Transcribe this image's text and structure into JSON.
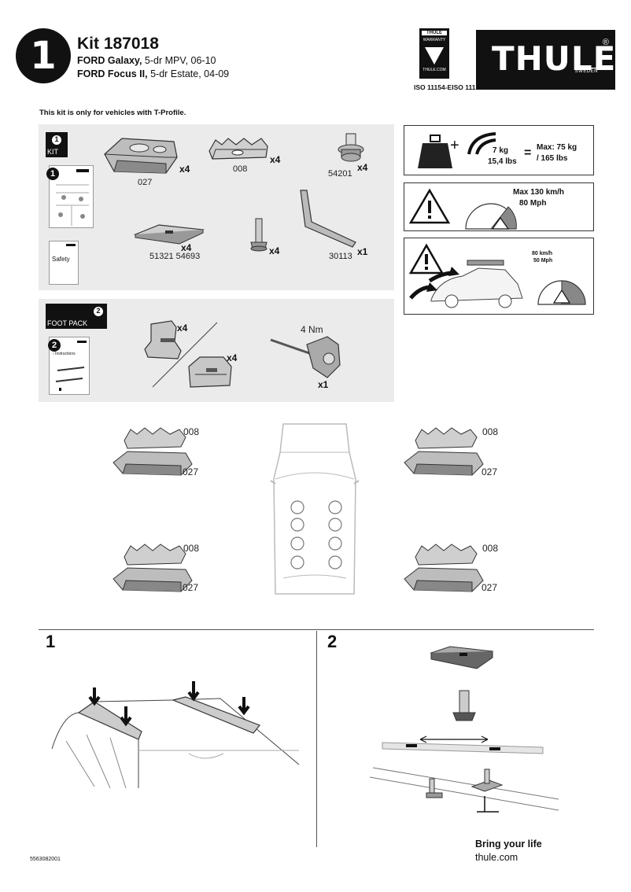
{
  "header": {
    "step": "1",
    "kit_title": "Kit 187018",
    "vehicles": [
      {
        "model": "FORD Galaxy,",
        "detail": "5-dr MPV, 06-10"
      },
      {
        "model": "FORD Focus II,",
        "detail": "5-dr Estate, 04-09"
      }
    ],
    "warranty_brand": "THULE",
    "warranty_text": "WARRANTY",
    "warranty_url": "THULE.COM",
    "iso": "ISO 11154-EISO 111",
    "brand_name": "THULE",
    "brand_reg": "®",
    "brand_country": "SWEDEN"
  },
  "notice": "This kit is only for vehicles with T-Profile.",
  "kit_panel": {
    "tab_num": "1",
    "tab_label": "KIT",
    "booklet_num": "1",
    "safety_label": "Safety",
    "parts": [
      {
        "code": "027",
        "qty": "x4"
      },
      {
        "code": "008",
        "qty": "x4"
      },
      {
        "code": "54201",
        "qty": "x4"
      },
      {
        "code": "51321 54693",
        "qty": "x4"
      },
      {
        "code": "",
        "qty": "x4"
      },
      {
        "code": "30113",
        "qty": "x1"
      }
    ]
  },
  "foot_panel": {
    "tab_num": "2",
    "tab_label": "FOOT PACK",
    "booklet_num": "2",
    "booklet_text": "› Instructions",
    "foot_qty_a": "x4",
    "foot_qty_b": "x4",
    "torque": "4 Nm",
    "tool_qty": "x1"
  },
  "warnings": {
    "load_kg": "7 kg",
    "load_lbs": "15,4 lbs",
    "equals": "=",
    "plus": "+",
    "max_kg": "Max: 75 kg",
    "max_lbs": "/ 165 lbs",
    "speed_max": "Max  130 km/h",
    "speed_mph": "80 Mph",
    "wind_kmh": "80 km/h",
    "wind_mph": "50 Mph"
  },
  "placement": {
    "upper": "008",
    "lower": "027"
  },
  "steps": {
    "one": "1",
    "two": "2"
  },
  "footer": {
    "tagline": "Bring your life",
    "site": "thule.com",
    "doc_number": "5563082001"
  }
}
